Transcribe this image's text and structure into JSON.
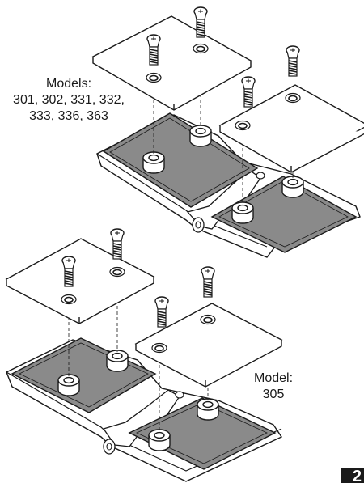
{
  "figure": {
    "top_caption": [
      "Models:",
      "301, 302, 331, 332,",
      "333, 336, 363"
    ],
    "bottom_caption": [
      "Model:",
      "305"
    ],
    "page_number": "2"
  },
  "colors": {
    "line": "#1a1a1a",
    "pad": "#8a8a8a",
    "plate": "#ffffff",
    "body": "#ffffff"
  }
}
